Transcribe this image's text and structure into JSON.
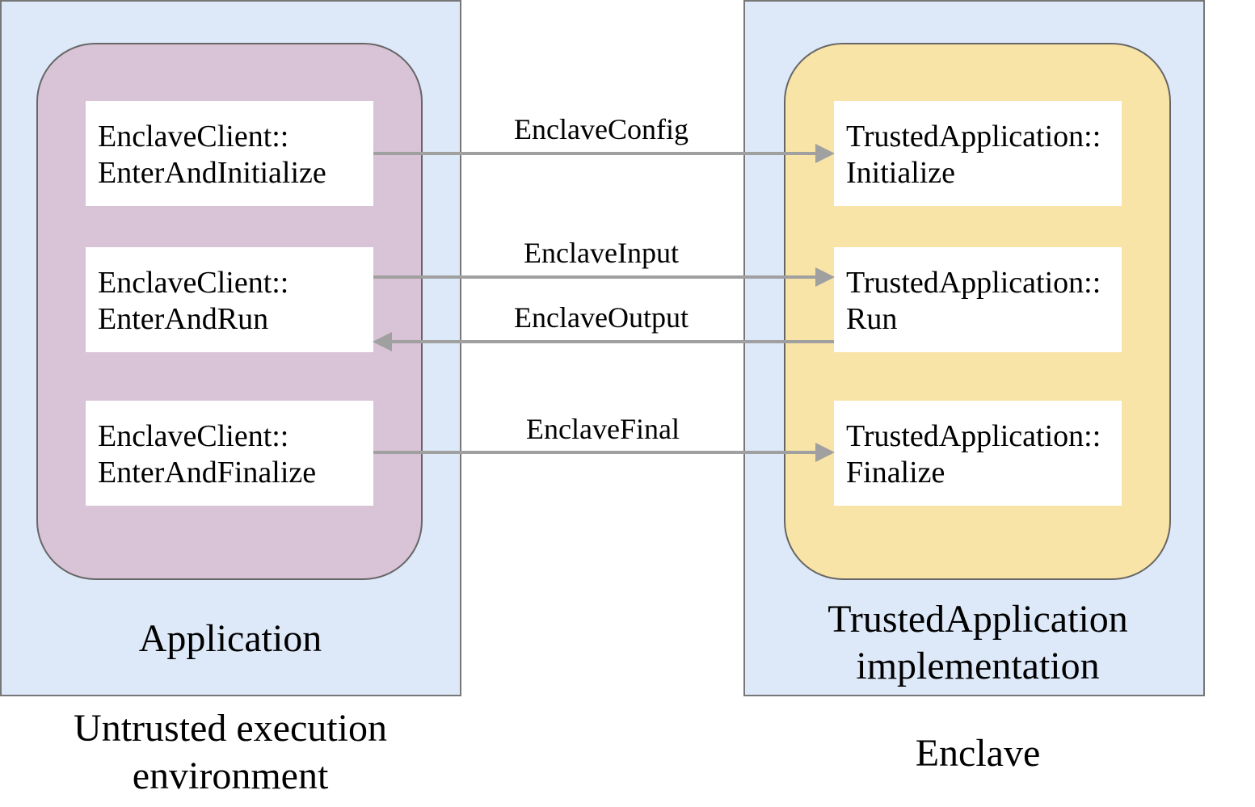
{
  "colors": {
    "environment_fill": "#dde8f8",
    "application_fill": "#d9c3d6",
    "trusted_app_fill": "#f9e4a7",
    "arrow": "#a0a0a0"
  },
  "untrusted": {
    "title_line1": "Untrusted execution",
    "title_line2": "environment",
    "container_label": "Application",
    "boxes": [
      {
        "line1": "EnclaveClient::",
        "line2": "EnterAndInitialize"
      },
      {
        "line1": "EnclaveClient::",
        "line2": "EnterAndRun"
      },
      {
        "line1": "EnclaveClient::",
        "line2": "EnterAndFinalize"
      }
    ]
  },
  "enclave": {
    "title": "Enclave",
    "container_label_line1": "TrustedApplication",
    "container_label_line2": "implementation",
    "boxes": [
      {
        "line1": "TrustedApplication::",
        "line2": "Initialize"
      },
      {
        "line1": "TrustedApplication::",
        "line2": "Run"
      },
      {
        "line1": "TrustedApplication::",
        "line2": "Finalize"
      }
    ]
  },
  "messages": [
    {
      "label": "EnclaveConfig",
      "direction": "to-enclave"
    },
    {
      "label": "EnclaveInput",
      "direction": "to-enclave"
    },
    {
      "label": "EnclaveOutput",
      "direction": "to-application"
    },
    {
      "label": "EnclaveFinal",
      "direction": "to-enclave"
    }
  ]
}
